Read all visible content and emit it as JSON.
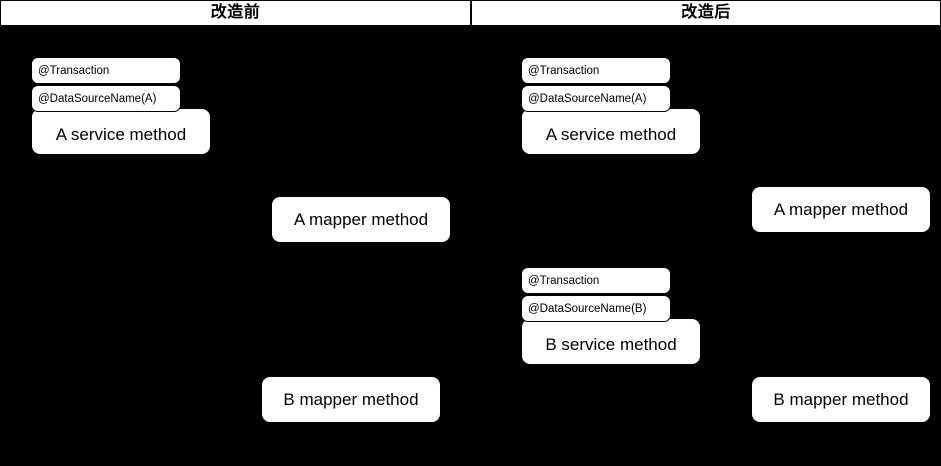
{
  "header": {
    "columns": [
      {
        "title": "改造前"
      },
      {
        "title": "改造后"
      }
    ]
  },
  "colors": {
    "background": "#000000",
    "box_fill": "#ffffff",
    "box_stroke": "#000000",
    "text": "#000000"
  },
  "panels": {
    "before": {
      "title": "改造前",
      "groups": [
        {
          "name": "a-service-group",
          "annotations": [
            {
              "label": "@Transaction"
            },
            {
              "label": "@DataSourceName(A)"
            }
          ],
          "method": {
            "label": "A service method"
          }
        }
      ],
      "mappers": [
        {
          "label": "A mapper method"
        },
        {
          "label": "B mapper method"
        }
      ]
    },
    "after": {
      "title": "改造后",
      "groups": [
        {
          "name": "a-service-group",
          "annotations": [
            {
              "label": "@Transaction"
            },
            {
              "label": "@DataSourceName(A)"
            }
          ],
          "method": {
            "label": "A service method"
          }
        },
        {
          "name": "b-service-group",
          "annotations": [
            {
              "label": "@Transaction"
            },
            {
              "label": "@DataSourceName(B)"
            }
          ],
          "method": {
            "label": "B service method"
          }
        }
      ],
      "mappers": [
        {
          "label": "A mapper method"
        },
        {
          "label": "B mapper method"
        }
      ]
    }
  }
}
